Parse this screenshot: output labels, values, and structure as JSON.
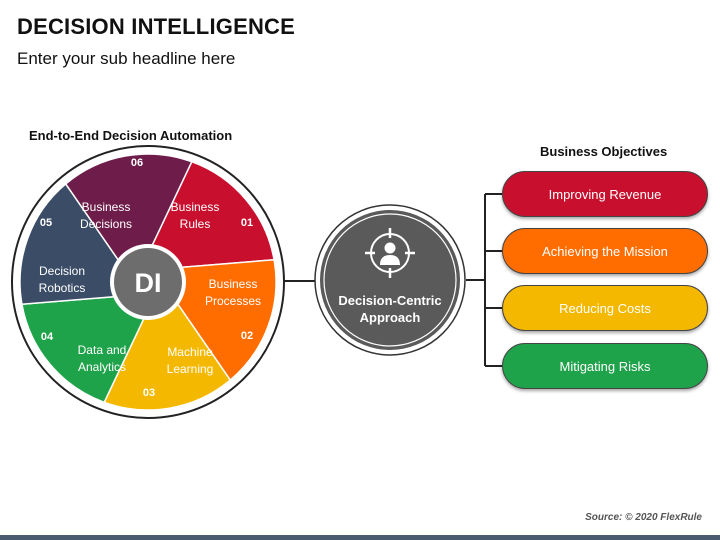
{
  "header": {
    "title": "DECISION INTELLIGENCE",
    "subtitle": "Enter your sub headline here"
  },
  "wheel": {
    "title": "End-to-End Decision Automation",
    "center_label": "DI",
    "segments": [
      {
        "number": "01",
        "line1": "Business",
        "line2": "Rules",
        "color": "#C8102E"
      },
      {
        "number": "02",
        "line1": "Business",
        "line2": "Processes",
        "color": "#FF6D00"
      },
      {
        "number": "03",
        "line1": "Machine",
        "line2": "Learning",
        "color": "#F5B800"
      },
      {
        "number": "04",
        "line1": "Data and",
        "line2": "Analytics",
        "color": "#1FA34A"
      },
      {
        "number": "05",
        "line1": "Decision",
        "line2": "Robotics",
        "color": "#3A4C66"
      },
      {
        "number": "06",
        "line1": "Business",
        "line2": "Decisions",
        "color": "#6E1C49"
      }
    ]
  },
  "center_node": {
    "line1": "Decision-Centric",
    "line2": "Approach",
    "icon": "target-person-icon",
    "color": "#5A5A5A"
  },
  "objectives": {
    "title": "Business Objectives",
    "items": [
      {
        "label": "Improving Revenue",
        "color": "#C8102E"
      },
      {
        "label": "Achieving the Mission",
        "color": "#FF6D00"
      },
      {
        "label": "Reducing Costs",
        "color": "#F5B800"
      },
      {
        "label": "Mitigating Risks",
        "color": "#1FA34A"
      }
    ]
  },
  "footer": {
    "source": "Source: © 2020 FlexRule"
  }
}
